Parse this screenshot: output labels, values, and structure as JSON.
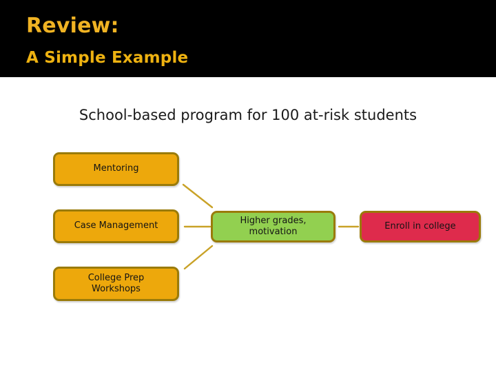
{
  "slide": {
    "title": "Review:",
    "subtitle": "A Simple Example",
    "caption": "School-based program for 100 at-risk students"
  },
  "colors": {
    "header_background": "#000000",
    "title_text": "#F0B323",
    "subtitle_text": "#EEB211",
    "input_box_fill": "#EDA80C",
    "outcome_box_fill": "#92D050",
    "final_box_fill": "#DE2B4C",
    "box_border": "#9A7B0A",
    "connector": "#C9A227",
    "slide_background": "#FFFFFF"
  },
  "diagram": {
    "type": "flow",
    "nodes": [
      {
        "id": "mentoring",
        "label": "Mentoring",
        "column": "inputs",
        "row": 1,
        "fill": "#EDA80C"
      },
      {
        "id": "case",
        "label": "Case Management",
        "column": "inputs",
        "row": 2,
        "fill": "#EDA80C"
      },
      {
        "id": "collegeprep",
        "label": "College Prep\nWorkshops",
        "column": "inputs",
        "row": 3,
        "fill": "#EDA80C"
      },
      {
        "id": "outcome",
        "label": "Higher grades,\nmotivation",
        "column": "outcome",
        "row": 2,
        "fill": "#92D050"
      },
      {
        "id": "final",
        "label": "Enroll in college",
        "column": "final",
        "row": 2,
        "fill": "#DE2B4C"
      }
    ],
    "node_labels": {
      "mentoring": "Mentoring",
      "case": "Case Management",
      "collegeprep_line1": "College Prep",
      "collegeprep_line2": "Workshops",
      "outcome_line1": "Higher grades,",
      "outcome_line2": "motivation",
      "final": "Enroll in college"
    },
    "connectors": [
      {
        "from": "mentoring",
        "to": "outcome",
        "style": "diagonal-down"
      },
      {
        "from": "case",
        "to": "outcome",
        "style": "horizontal"
      },
      {
        "from": "collegeprep",
        "to": "outcome",
        "style": "diagonal-up"
      },
      {
        "from": "outcome",
        "to": "final",
        "style": "horizontal"
      }
    ]
  }
}
